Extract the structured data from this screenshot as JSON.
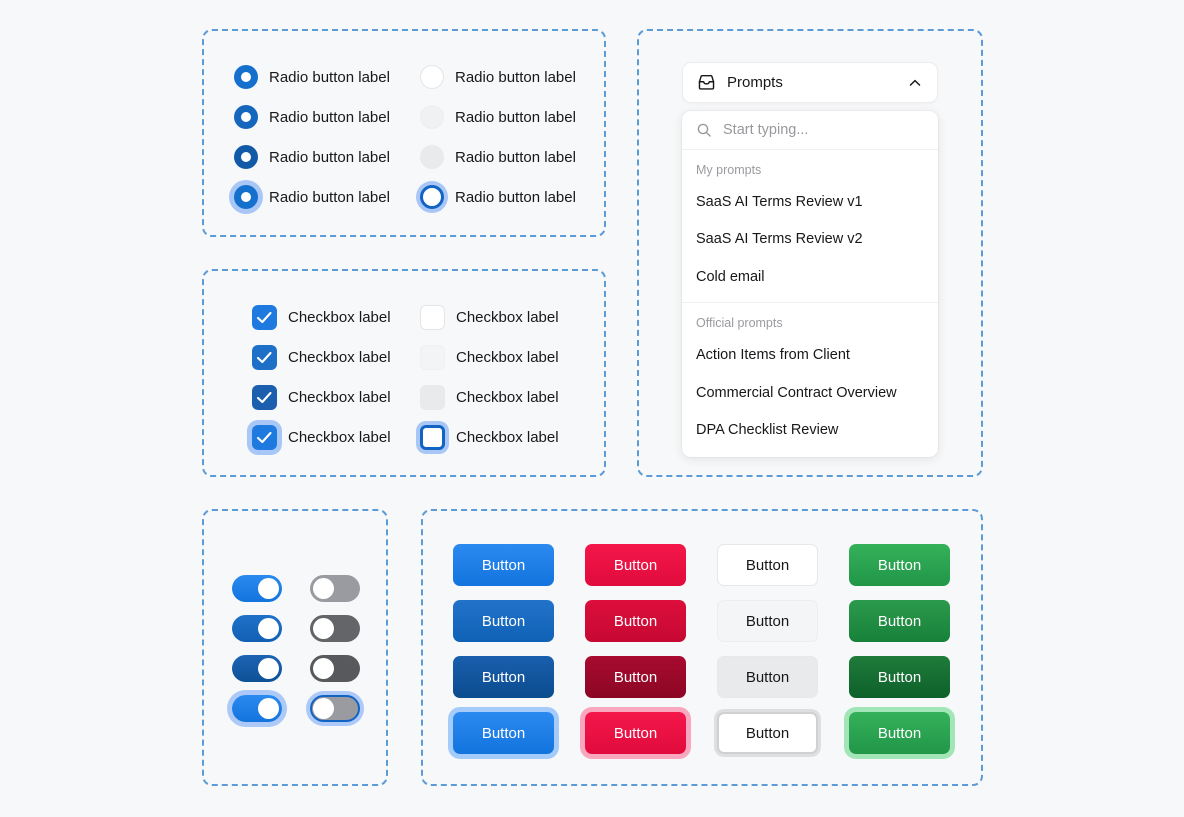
{
  "sections": {
    "radio": {
      "name": "radio-button-group"
    },
    "checkbox": {
      "name": "checkbox-group"
    },
    "toggle": {
      "name": "toggle-switch-group"
    },
    "button": {
      "name": "button-grid"
    },
    "prompts": {
      "name": "prompts-dropdown"
    }
  },
  "radios": {
    "label": "Radio button label",
    "items": [
      {
        "state": "default",
        "checked": true,
        "label": "Radio button label"
      },
      {
        "state": "hover",
        "checked": true,
        "label": "Radio button label"
      },
      {
        "state": "active",
        "checked": true,
        "label": "Radio button label"
      },
      {
        "state": "focus",
        "checked": true,
        "label": "Radio button label"
      },
      {
        "state": "default",
        "checked": false,
        "label": "Radio button label"
      },
      {
        "state": "hover",
        "checked": false,
        "label": "Radio button label"
      },
      {
        "state": "active",
        "checked": false,
        "label": "Radio button label"
      },
      {
        "state": "focus",
        "checked": false,
        "label": "Radio button label"
      }
    ]
  },
  "checkboxes": {
    "label": "Checkbox label",
    "items": [
      {
        "state": "default",
        "checked": true,
        "label": "Checkbox label"
      },
      {
        "state": "hover",
        "checked": true,
        "label": "Checkbox label"
      },
      {
        "state": "active",
        "checked": true,
        "label": "Checkbox label"
      },
      {
        "state": "focus",
        "checked": true,
        "label": "Checkbox label"
      },
      {
        "state": "default",
        "checked": false,
        "label": "Checkbox label"
      },
      {
        "state": "hover",
        "checked": false,
        "label": "Checkbox label"
      },
      {
        "state": "active",
        "checked": false,
        "label": "Checkbox label"
      },
      {
        "state": "focus",
        "checked": false,
        "label": "Checkbox label"
      }
    ]
  },
  "toggles": {
    "items": [
      {
        "state": "default",
        "on": true
      },
      {
        "state": "hover",
        "on": true
      },
      {
        "state": "active",
        "on": true
      },
      {
        "state": "focus",
        "on": true
      },
      {
        "state": "default",
        "on": false
      },
      {
        "state": "hover",
        "on": false
      },
      {
        "state": "active",
        "on": false
      },
      {
        "state": "focus",
        "on": false
      }
    ]
  },
  "buttons": {
    "label": "Button",
    "variants": [
      "blue",
      "red",
      "white",
      "green"
    ],
    "states": [
      "default",
      "hover",
      "active",
      "focus"
    ],
    "grid": [
      [
        {
          "label": "Button"
        },
        {
          "label": "Button"
        },
        {
          "label": "Button"
        },
        {
          "label": "Button"
        }
      ],
      [
        {
          "label": "Button"
        },
        {
          "label": "Button"
        },
        {
          "label": "Button"
        },
        {
          "label": "Button"
        }
      ],
      [
        {
          "label": "Button"
        },
        {
          "label": "Button"
        },
        {
          "label": "Button"
        },
        {
          "label": "Button"
        }
      ],
      [
        {
          "label": "Button"
        },
        {
          "label": "Button"
        },
        {
          "label": "Button"
        },
        {
          "label": "Button"
        }
      ]
    ]
  },
  "prompts": {
    "trigger_label": "Prompts",
    "trigger_icon": "inbox-tray-icon",
    "chevron_icon": "chevron-up-icon",
    "search_placeholder": "Start typing...",
    "search_value": "",
    "search_icon": "search-icon",
    "groups": [
      {
        "heading": "My prompts",
        "items": [
          "SaaS AI Terms Review v1",
          "SaaS AI Terms Review v2",
          "Cold email"
        ]
      },
      {
        "heading": "Official prompts",
        "items": [
          "Action Items from Client",
          "Commercial Contract Overview",
          "DPA Checklist Review"
        ]
      }
    ]
  },
  "colors": {
    "page_background": "#f7f8f9",
    "dashed_border": "#5a9bd8",
    "accent_blue": "#1474de",
    "danger_red": "#e00b3c",
    "success_green": "#219648",
    "neutral_gray": "#9a9ba0",
    "text_primary": "#18181b",
    "text_muted": "#9a9ba0"
  }
}
